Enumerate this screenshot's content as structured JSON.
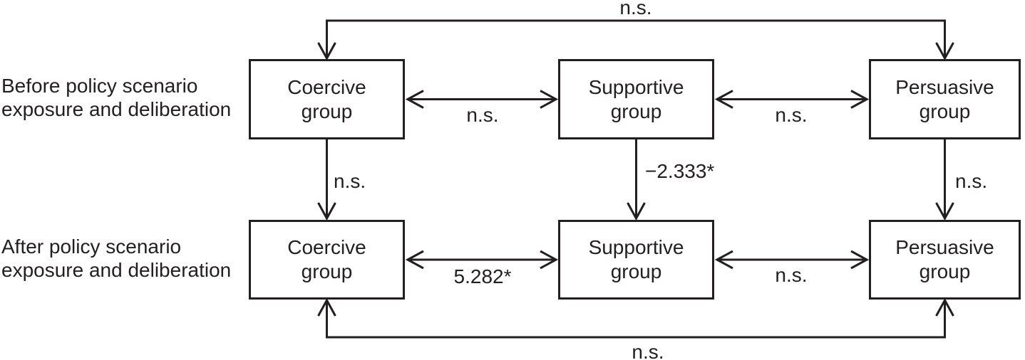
{
  "figure": {
    "background": "#ffffff",
    "ink_color": "#231f20"
  },
  "rows": {
    "before": {
      "label": "Before policy scenario\nexposure and deliberation",
      "boxes": [
        {
          "label": "Coercive\ngroup"
        },
        {
          "label": "Supportive\ngroup"
        },
        {
          "label": "Persuasive\ngroup"
        }
      ]
    },
    "after": {
      "label": "After policy scenario\nexposure and deliberation",
      "boxes": [
        {
          "label": "Coercive\ngroup"
        },
        {
          "label": "Supportive\ngroup"
        },
        {
          "label": "Persuasive\ngroup"
        }
      ]
    }
  },
  "comparisons": {
    "before_coercive_vs_persuasive": "n.s.",
    "before_coercive_vs_supportive": "n.s.",
    "before_supportive_vs_persuasive": "n.s.",
    "after_coercive_vs_supportive": "5.282*",
    "after_supportive_vs_persuasive": "n.s.",
    "after_coercive_vs_persuasive": "n.s.",
    "coercive_before_vs_after": "n.s.",
    "supportive_before_vs_after": "−2.333*",
    "persuasive_before_vs_after": "n.s."
  }
}
